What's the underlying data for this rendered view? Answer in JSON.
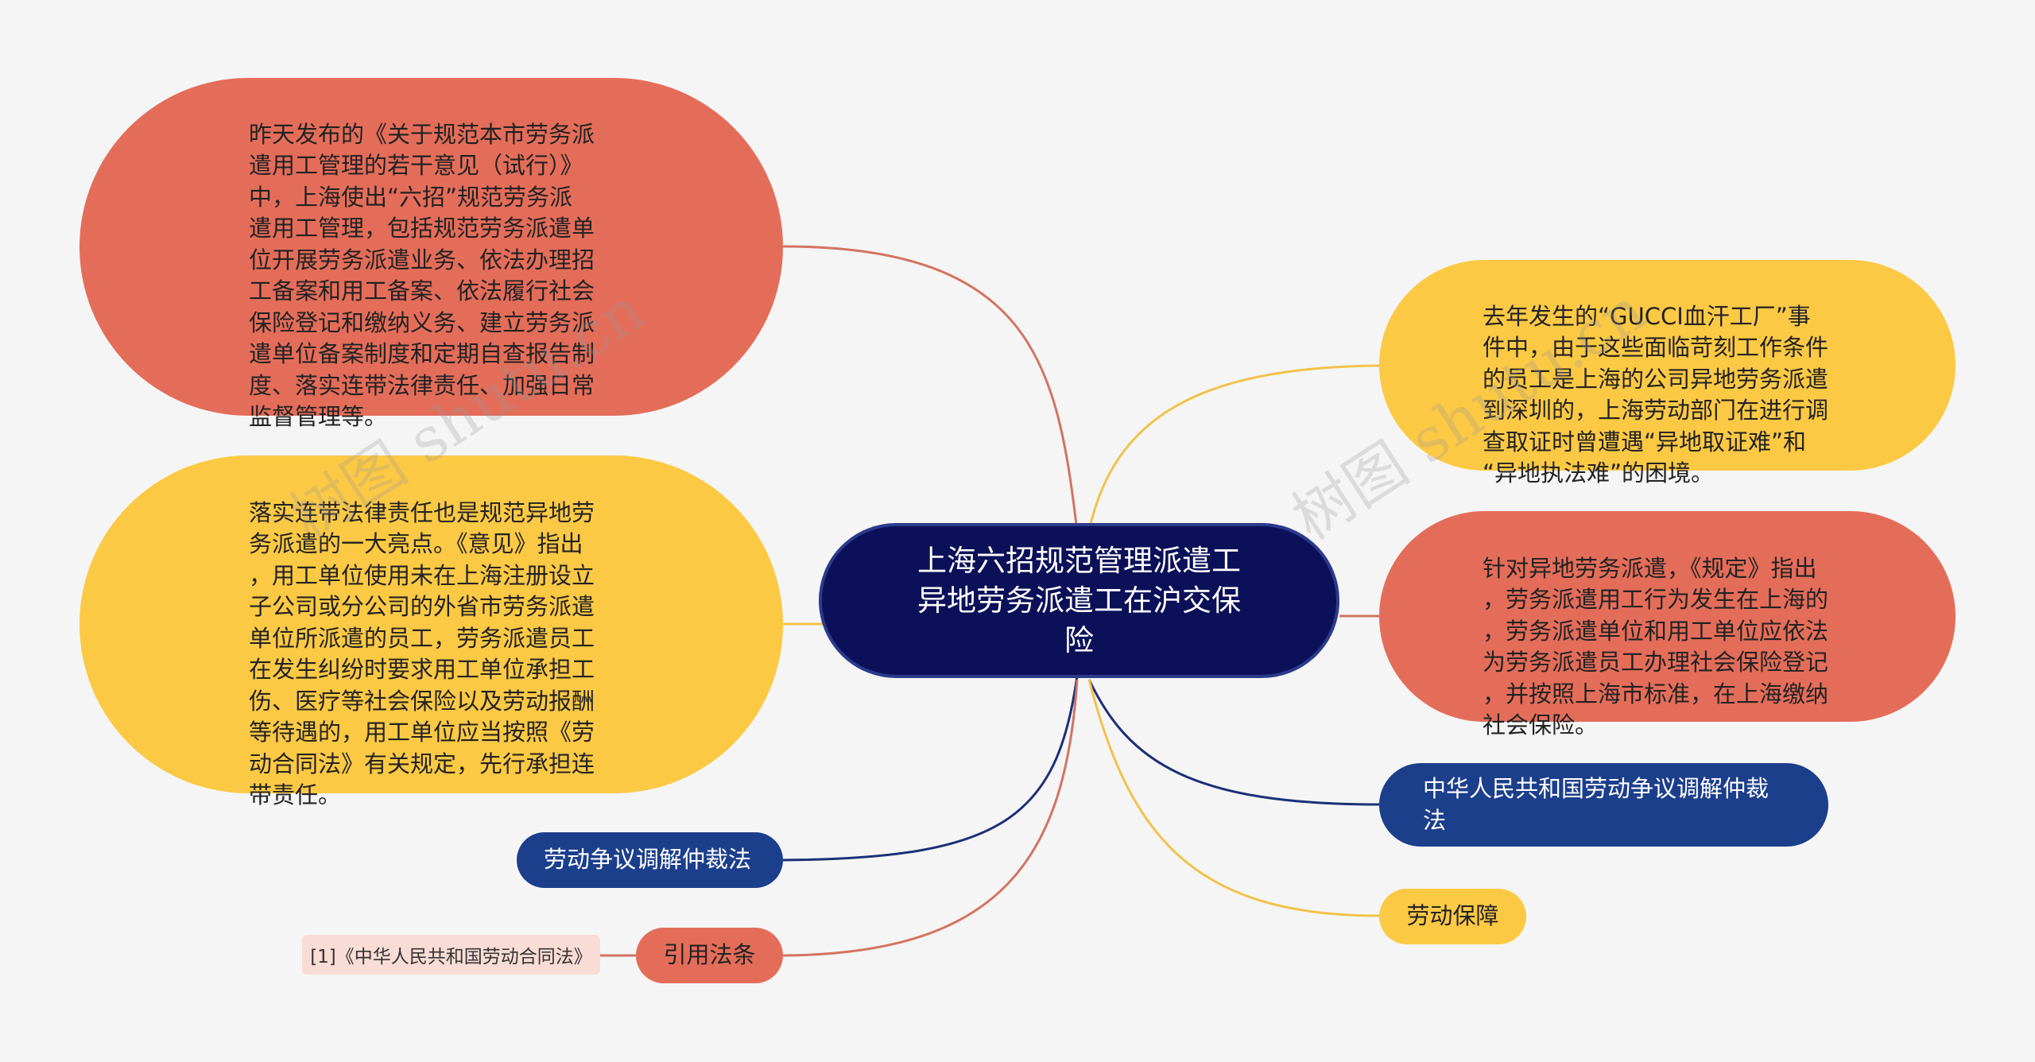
{
  "center": {
    "label": "上海六招规范管理派遣工\n异地劳务派遣工在沪交保\n险"
  },
  "left_nodes": {
    "node1": "昨天发布的《关于规范本市劳务派\n遣用工管理的若干意见（试行）》\n中，上海使出“六招”规范劳务派\n遣用工管理，包括规范劳务派遣单\n位开展劳务派遣业务、依法办理招\n工备案和用工备案、依法履行社会\n保险登记和缴纳义务、建立劳务派\n遣单位备案制度和定期自查报告制\n度、落实连带法律责任、加强日常\n监督管理等。",
    "node2": "落实连带法律责任也是规范异地劳\n务派遣的一大亮点。《意见》指出\n，用工单位使用未在上海注册设立\n子公司或分公司的外省市劳务派遣\n单位所派遣的员工，劳务派遣员工\n在发生纠纷时要求用工单位承担工\n伤、医疗等社会保险以及劳动报酬\n等待遇的，用工单位应当按照《劳\n动合同法》有关规定，先行承担连\n带责任。",
    "node3": "劳动争议调解仲裁法",
    "node4": "引用法条",
    "node4_child": "[1]《中华人民共和国劳动合同法》"
  },
  "right_nodes": {
    "node1": "去年发生的“GUCCI血汗工厂”事\n件中，由于这些面临苛刻工作条件\n的员工是上海的公司异地劳务派遣\n到深圳的，上海劳动部门在进行调\n查取证时曾遭遇“异地取证难”和\n“异地执法难”的困境。",
    "node2": "针对异地劳务派遣，《规定》指出\n，劳务派遣用工行为发生在上海的\n，劳务派遣单位和用工单位应依法\n为劳务派遣员工办理社会保险登记\n，并按照上海市标准，在上海缴纳\n社会保险。",
    "node3": "中华人民共和国劳动争议调解仲裁\n法",
    "node4": "劳动保障"
  },
  "watermarks": [
    "树图 shutu.cn",
    "树图 shutu.cn"
  ],
  "colors": {
    "red": "#e46d5a",
    "yellow": "#fcc944",
    "navy": "#1c3f8c",
    "center": "#0c1058",
    "background": "#f5f5f5"
  }
}
